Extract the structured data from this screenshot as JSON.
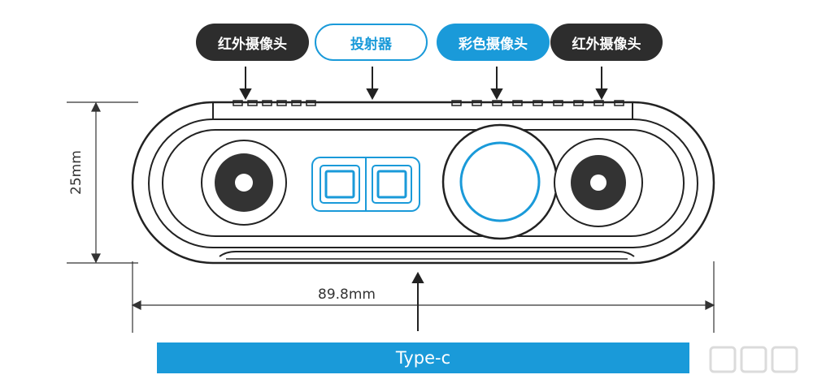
{
  "labels": {
    "ir_left": "红外摄像头",
    "projector": "投射器",
    "color_camera": "彩色摄像头",
    "ir_right": "红外摄像头"
  },
  "dimensions": {
    "height": "25mm",
    "width": "89.8mm"
  },
  "port": {
    "label": "Type-c"
  },
  "colors": {
    "accent": "#1a9ad9",
    "dark": "#2d2d2d",
    "line": "#222222"
  }
}
